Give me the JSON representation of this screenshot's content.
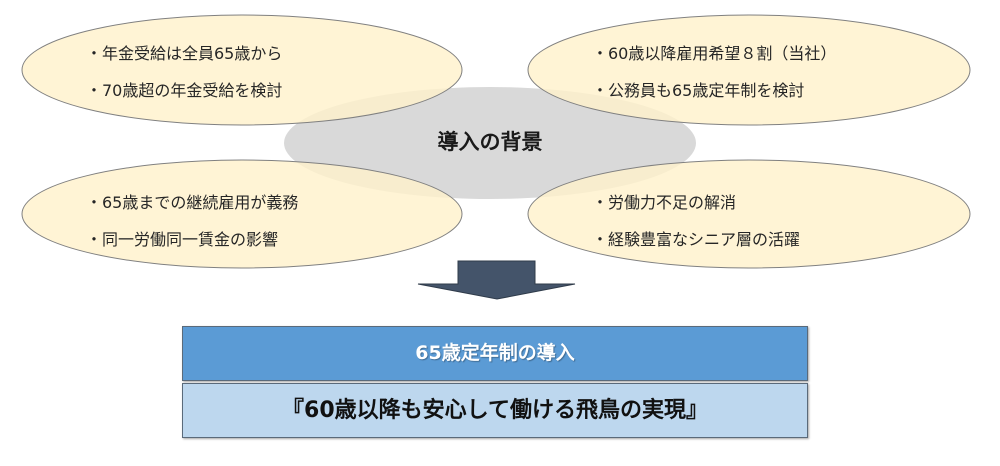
{
  "center": {
    "title": "導入の背景"
  },
  "bubbles": [
    {
      "lines": [
        "・年金受給は全員65歳から",
        "・70歳超の年金受給を検討"
      ]
    },
    {
      "lines": [
        "・60歳以降雇用希望８割（当社）",
        "・公務員も65歳定年制を検討"
      ]
    },
    {
      "lines": [
        "・65歳までの継続雇用が義務",
        "・同一労働同一賃金の影響"
      ]
    },
    {
      "lines": [
        "・労働力不足の解消",
        "・経験豊富なシニア層の活躍"
      ]
    }
  ],
  "result": {
    "heading": "65歳定年制の導入",
    "goal": "『60歳以降も安心して働ける飛鳥の実現』"
  },
  "colors": {
    "bubble": "#fff2cc",
    "center": "#d9d9d9",
    "arrow": "#44546a",
    "heading_box": "#5b9bd5",
    "goal_box": "#bdd7ee"
  }
}
